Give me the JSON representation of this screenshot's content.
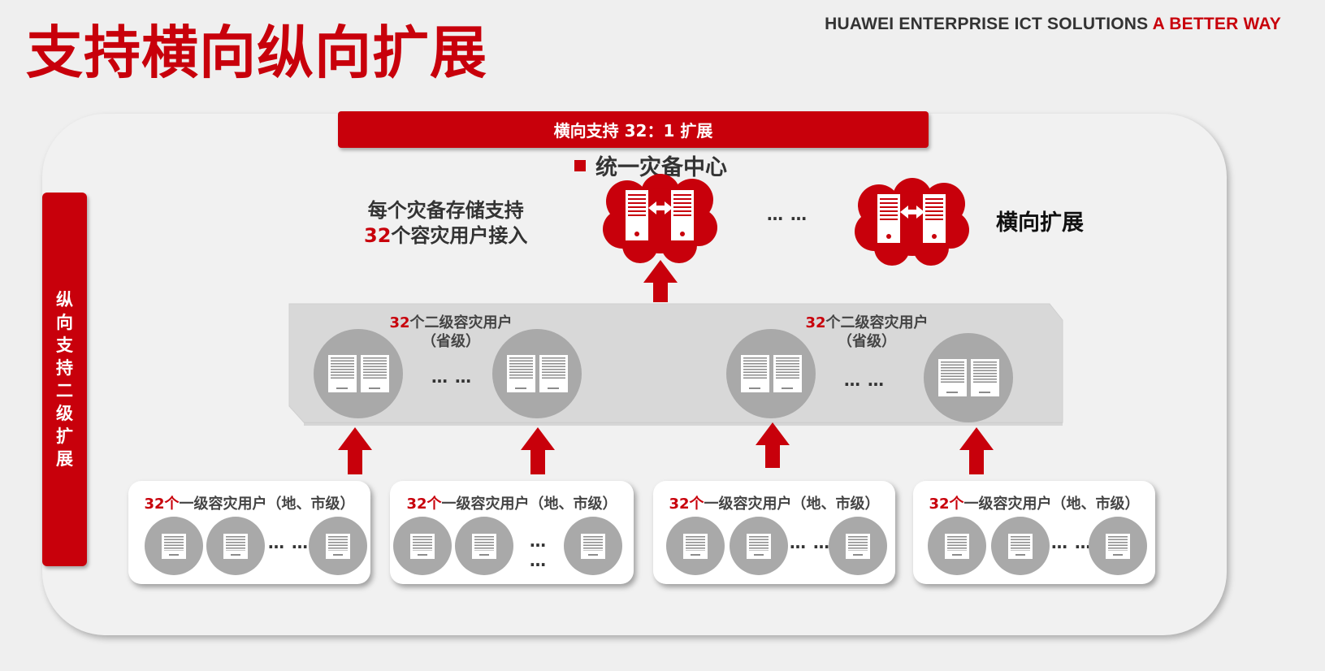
{
  "header": {
    "title": "支持横向纵向扩展",
    "brand_main": "HUAWEI ENTERPRISE ICT SOLUTIONS",
    "brand_accent": "A BETTER WAY"
  },
  "diagram": {
    "top_banner": "横向支持 32：1 扩展",
    "side_banner": "纵向支持二级扩展",
    "center": {
      "label": "统一灾备中心",
      "ellipsis": "… …",
      "horizontal_label": "横向扩展"
    },
    "capacity_note": {
      "line1": "每个灾备存储支持",
      "line2_num": "32",
      "line2_text": "个容灾用户接入"
    },
    "level2": {
      "groups": [
        {
          "count": "32",
          "text": "个二级容灾用户",
          "sub": "（省级）"
        },
        {
          "count": "32",
          "text": "个二级容灾用户",
          "sub": "（省级）"
        }
      ],
      "ellipsis": "… …"
    },
    "level1": {
      "groups": [
        {
          "count": "32个",
          "text": "一级容灾用户（地、市级）",
          "ellipsis": "… …"
        },
        {
          "count": "32个",
          "text": "一级容灾用户（地、市级）",
          "ellipsis": "…\n…"
        },
        {
          "count": "32个",
          "text": "一级容灾用户（地、市级）",
          "ellipsis": "… …"
        },
        {
          "count": "32个",
          "text": "一级容灾用户（地、市级）",
          "ellipsis": "… …"
        }
      ]
    }
  },
  "colors": {
    "accent": "#c8000b",
    "panel": "#f1f1f1",
    "band": "#d8d8d8",
    "circle": "#a9a9a9"
  },
  "icons": [
    "storage-server-icon",
    "cloud-icon",
    "up-arrow-icon",
    "bidirectional-arrow-icon"
  ]
}
